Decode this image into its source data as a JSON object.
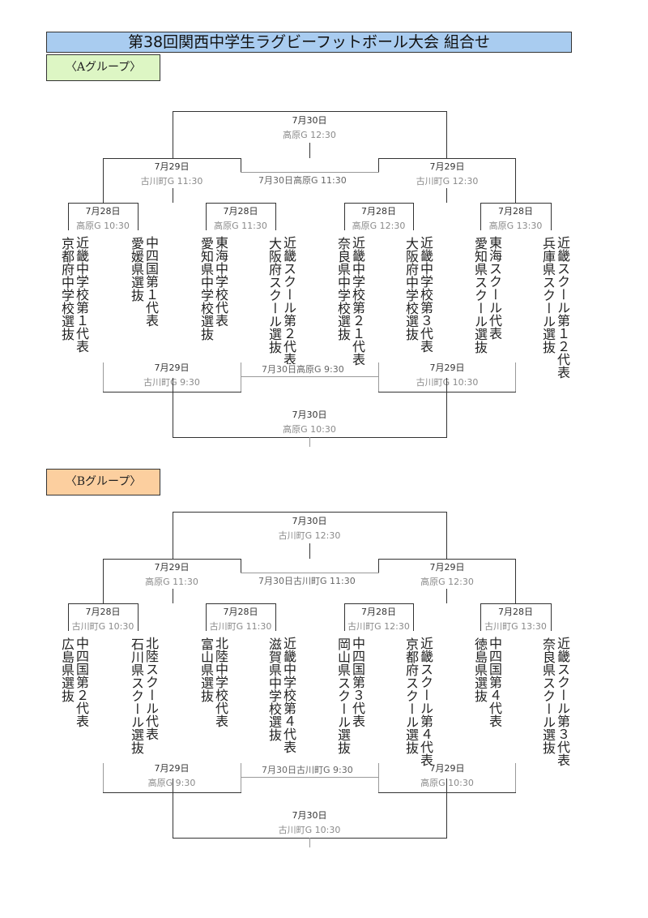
{
  "title": "第38回関西中学生ラグビーフットボール大会 組合せ",
  "groups": {
    "a": {
      "label": "〈Aグループ〉",
      "final_top": {
        "date": "7月30日",
        "venue": "高原G 12:30"
      },
      "semi_top": [
        {
          "date": "7月29日",
          "venue": "古川町G 11:30"
        },
        {
          "date": "7月29日",
          "venue": "古川町G 12:30"
        }
      ],
      "mid_top": "7月30日高原G 11:30",
      "first_round": [
        {
          "date": "7月28日",
          "venue": "高原G 10:30"
        },
        {
          "date": "7月28日",
          "venue": "高原G 11:30"
        },
        {
          "date": "7月28日",
          "venue": "高原G 12:30"
        },
        {
          "date": "7月28日",
          "venue": "高原G 13:30"
        }
      ],
      "teams": [
        {
          "sub": "近畿中学校第１代表",
          "name": "京都府中学校選抜"
        },
        {
          "sub": "中四国第１代表",
          "name": "愛媛県選抜"
        },
        {
          "sub": "東海中学校代表",
          "name": "愛知県中学校選抜"
        },
        {
          "sub": "近畿スクール第２代表",
          "name": "大阪府スクール選抜"
        },
        {
          "sub": "近畿中学校第２１代表",
          "name": "奈良県中学校選抜"
        },
        {
          "sub": "近畿中学校第３代表",
          "name": "大阪府中学校選抜"
        },
        {
          "sub": "東海スクール代表",
          "name": "愛知県スクール選抜"
        },
        {
          "sub": "近畿スクール第１２代表",
          "name": "兵庫県スクール選抜"
        }
      ],
      "semi_bottom": [
        {
          "date": "7月29日",
          "venue": "古川町G 9:30"
        },
        {
          "date": "7月29日",
          "venue": "古川町G 10:30"
        }
      ],
      "mid_bottom": "7月30日高原G 9:30",
      "final_bottom": {
        "date": "7月30日",
        "venue": "高原G 10:30"
      }
    },
    "b": {
      "label": "〈Bグループ〉",
      "final_top": {
        "date": "7月30日",
        "venue": "古川町G 12:30"
      },
      "semi_top": [
        {
          "date": "7月29日",
          "venue": "高原G 11:30"
        },
        {
          "date": "7月29日",
          "venue": "高原G 12:30"
        }
      ],
      "mid_top": "7月30日古川町G 11:30",
      "first_round": [
        {
          "date": "7月28日",
          "venue": "古川町G 10:30"
        },
        {
          "date": "7月28日",
          "venue": "古川町G 11:30"
        },
        {
          "date": "7月28日",
          "venue": "古川町G 12:30"
        },
        {
          "date": "7月28日",
          "venue": "古川町G 13:30"
        }
      ],
      "teams": [
        {
          "sub": "中四国第２代表",
          "name": "広島県選抜"
        },
        {
          "sub": "北陸スクール代表",
          "name": "石川県スクール選抜"
        },
        {
          "sub": "北陸中学校代表",
          "name": "富山県選抜"
        },
        {
          "sub": "近畿中学校第４代表",
          "name": "滋賀県中学校選抜"
        },
        {
          "sub": "中四国第３代表",
          "name": "岡山県スクール選抜"
        },
        {
          "sub": "近畿スクール第４代表",
          "name": "京都府スクール選抜"
        },
        {
          "sub": "中四国第４代表",
          "name": "徳島県選抜"
        },
        {
          "sub": "近畿スクール第３代表",
          "name": "奈良県スクール選抜"
        }
      ],
      "semi_bottom": [
        {
          "date": "7月29日",
          "venue": "高原G 9:30"
        },
        {
          "date": "7月29日",
          "venue": "高原G 10:30"
        }
      ],
      "mid_bottom": "7月30日古川町G 9:30",
      "final_bottom": {
        "date": "7月30日",
        "venue": "古川町G 10:30"
      }
    }
  }
}
